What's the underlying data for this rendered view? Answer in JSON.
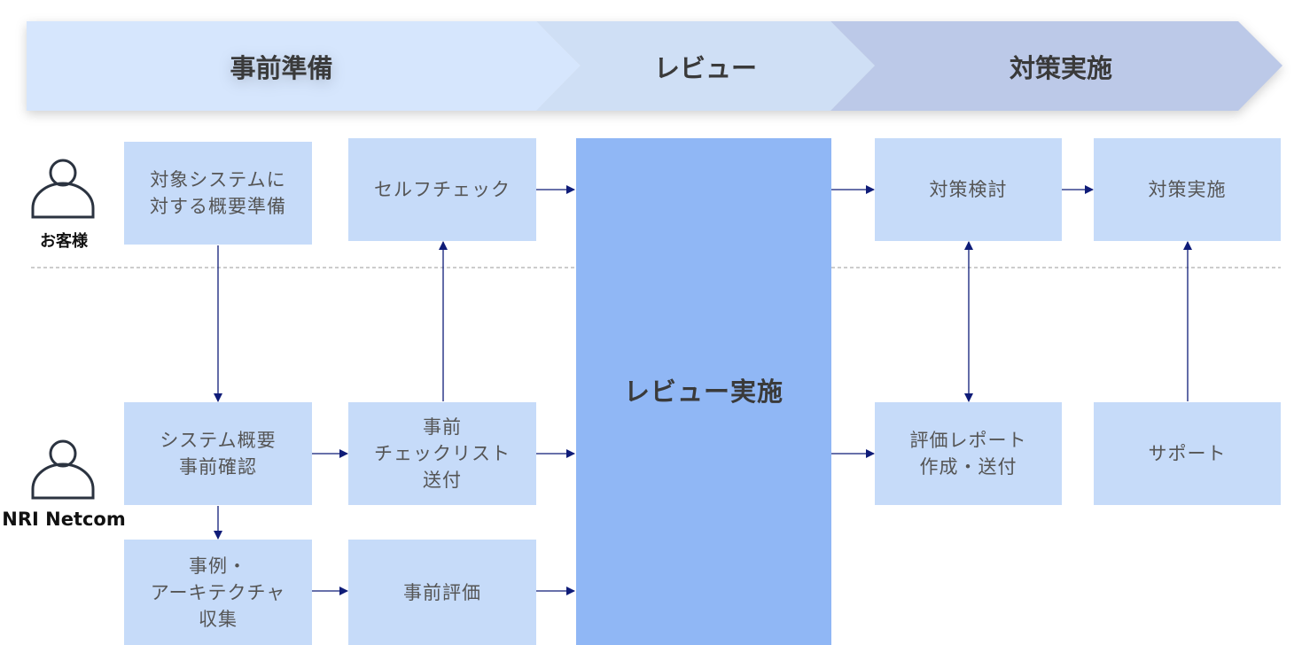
{
  "phases": [
    "事前準備",
    "レビュー",
    "対策実施"
  ],
  "actors": {
    "customer": "お客様",
    "provider": "NRI Netcom"
  },
  "boxes": {
    "overview_prep": "対象システムに\n対する概要準備",
    "self_check": "セルフチェック",
    "review": "レビュー実施",
    "countermeasure_study": "対策検討",
    "countermeasure_impl": "対策実施",
    "system_overview": "システム概要\n事前確認",
    "checklist_send": "事前\nチェックリスト\n送付",
    "report": "評価レポート\n作成・送付",
    "support": "サポート",
    "case_collect": "事例・\nアーキテクチャ\n収集",
    "pre_eval": "事前評価"
  },
  "colors": {
    "phase1": "#d6e6fd",
    "phase2": "#cfdff5",
    "phase3": "#bcc9e8",
    "box": "#c6dbf9",
    "review": "#90b7f5",
    "arrow": "#0f1c78"
  }
}
